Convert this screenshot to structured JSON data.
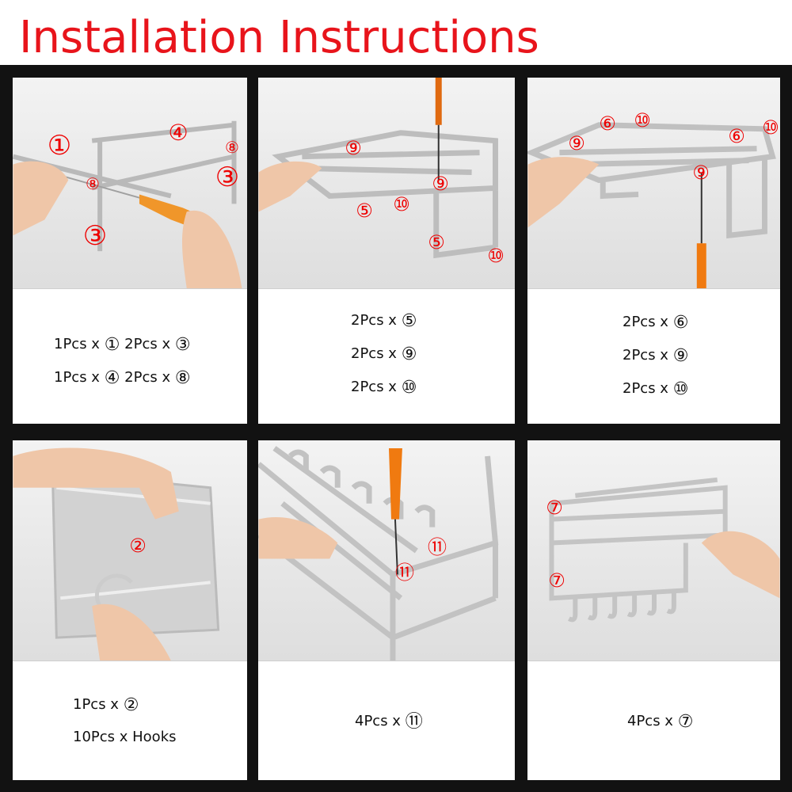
{
  "title": "Installation Instructions",
  "colors": {
    "title": "#e8141b",
    "background": "#121212",
    "label": "#ee0000"
  },
  "steps": [
    {
      "labels": [
        "①",
        "④",
        "⑧",
        "⑧",
        "③",
        "③"
      ],
      "caption": [
        [
          "1Pcs x",
          "①",
          "2Pcs x",
          "③"
        ],
        [
          "1Pcs x",
          "④",
          "2Pcs x",
          "⑧"
        ]
      ]
    },
    {
      "labels": [
        "⑨",
        "⑨",
        "⑤",
        "⑩",
        "⑤",
        "⑩"
      ],
      "caption": [
        [
          "2Pcs x",
          "⑤"
        ],
        [
          "2Pcs x",
          "⑨"
        ],
        [
          "2Pcs x",
          "⑩"
        ]
      ]
    },
    {
      "labels": [
        "⑥",
        "⑩",
        "⑥",
        "⑩",
        "⑨",
        "⑨"
      ],
      "caption": [
        [
          "2Pcs x",
          "⑥"
        ],
        [
          "2Pcs x",
          "⑨"
        ],
        [
          "2Pcs x",
          "⑩"
        ]
      ]
    },
    {
      "labels": [
        "②"
      ],
      "caption": [
        [
          "1Pcs x",
          "②"
        ],
        [
          "10Pcs x Hooks"
        ]
      ]
    },
    {
      "labels": [
        "⑪",
        "⑪"
      ],
      "caption": [
        [
          "4Pcs x",
          "⑪"
        ]
      ]
    },
    {
      "labels": [
        "⑦",
        "⑦"
      ],
      "caption": [
        [
          "4Pcs x",
          "⑦"
        ]
      ]
    }
  ]
}
